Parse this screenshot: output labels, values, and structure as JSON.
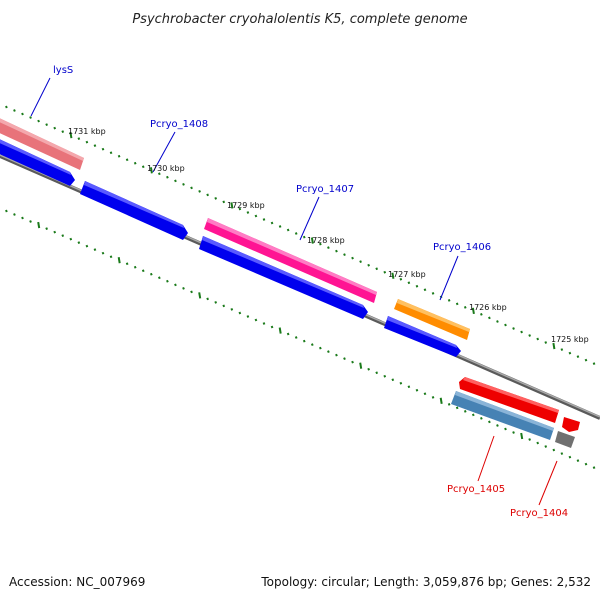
{
  "title": "Psychrobacter cryohalolentis K5, complete genome",
  "footer": {
    "accession": "Accession: NC_007969",
    "summary": "Topology: circular; Length: 3,059,876 bp; Genes: 2,532"
  },
  "scale_labels": [
    "1731 kbp",
    "1730 kbp",
    "1729 kbp",
    "1728 kbp",
    "1727 kbp",
    "1726 kbp",
    "1725 kbp"
  ],
  "gene_labels": [
    {
      "text": "lysS",
      "color": "#0000cc"
    },
    {
      "text": "Pcryo_1408",
      "color": "#0000cc"
    },
    {
      "text": "Pcryo_1407",
      "color": "#0000cc"
    },
    {
      "text": "Pcryo_1406",
      "color": "#0000cc"
    },
    {
      "text": "Pcryo_1405",
      "color": "#dd0000"
    },
    {
      "text": "Pcryo_1404",
      "color": "#dd0000"
    }
  ],
  "colors": {
    "backbone": "#808080",
    "scale_tick": "#1a7a1a",
    "cds": "#0000ee",
    "trna": "#ff1493",
    "rrna": "#ff8c00",
    "misc": "#ee0000",
    "other": "#4682b4",
    "pseudo": "#707070",
    "lysS": "#e8737a"
  }
}
